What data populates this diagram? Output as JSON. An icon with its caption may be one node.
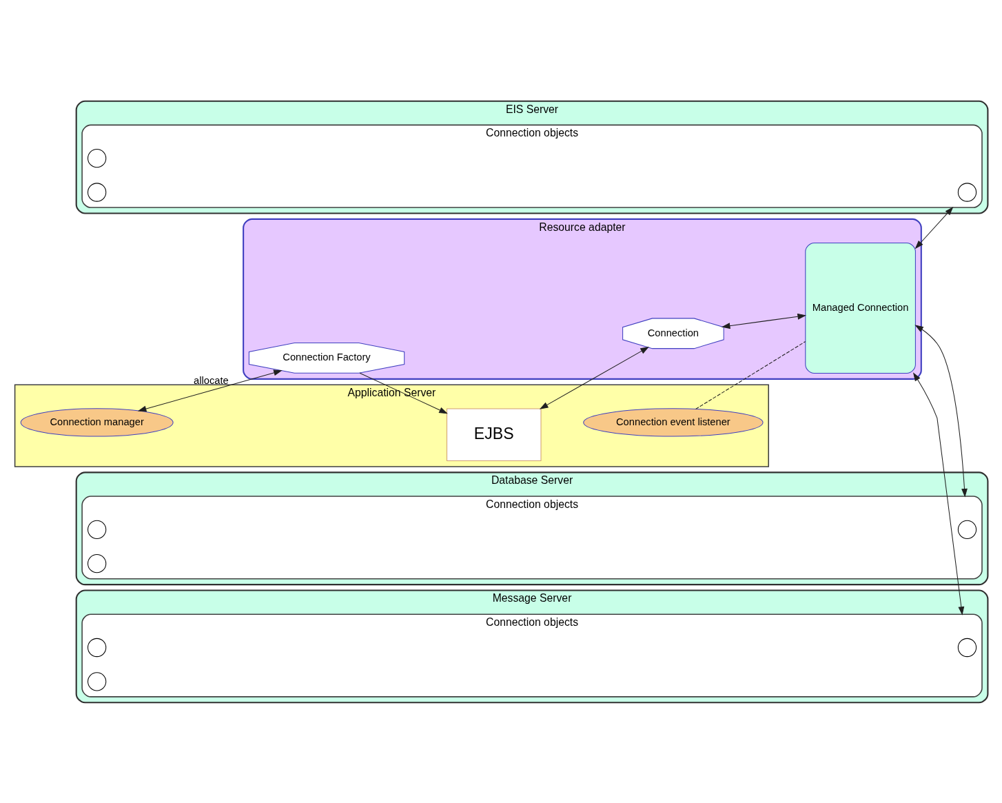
{
  "diagram": {
    "nodes": [
      {
        "text": [
          "Application Server"
        ]
      },
      {
        "text": [
          "EJBS"
        ],
        "in": 0
      },
      {
        "text": [
          "Connection manager"
        ],
        "in": 0
      },
      {
        "text": [
          "Connection event listener"
        ],
        "in": 0
      },
      {
        "text": [
          "Resource adapter"
        ]
      },
      {
        "text": [
          "Connection"
        ],
        "in": 4
      },
      {
        "text": [
          "Connection Factory"
        ],
        "in": 4
      },
      {
        "text": [
          "Managed Connection"
        ],
        "in": 4
      },
      {
        "text": [
          "EIS Server"
        ]
      },
      {
        "text": [
          "Connection objects"
        ],
        "in": 8
      },
      {
        "text": [],
        "shape": "circle",
        "in": 9
      },
      {
        "text": [],
        "shape": "circle",
        "in": 9
      },
      {
        "text": [],
        "shape": "circle",
        "in": 9
      },
      {
        "text": [
          "Database Server"
        ]
      },
      {
        "text": [
          "Connection objects"
        ],
        "in": 13
      },
      {
        "text": [],
        "shape": "circle",
        "in": 14
      },
      {
        "text": [],
        "shape": "circle",
        "in": 14
      },
      {
        "text": [],
        "shape": "circle",
        "in": 14
      },
      {
        "text": [
          "Message Server"
        ]
      },
      {
        "text": [
          "Connection objects"
        ],
        "in": 18
      },
      {
        "text": [],
        "shape": "circle",
        "in": 19
      },
      {
        "text": [],
        "shape": "circle",
        "in": 19
      },
      {
        "text": [],
        "shape": "circle",
        "in": 19
      }
    ],
    "edges": [
      {
        "from": 1,
        "to": 5,
        "arrow": "both"
      },
      {
        "from": 6,
        "to": 1,
        "arrow": "to"
      },
      {
        "from": 2,
        "to": 6,
        "arrow": "both",
        "label": "allocate"
      },
      {
        "from": 5,
        "to": 7,
        "arrow": "both"
      },
      {
        "from": 7,
        "to": 9,
        "arrow": "both"
      },
      {
        "from": 7,
        "to": 14,
        "arrow": "both"
      },
      {
        "from": 7,
        "to": 19,
        "arrow": "both"
      },
      {
        "from": 3,
        "to": 7,
        "arrow": "none",
        "style": "dashed"
      }
    ]
  }
}
